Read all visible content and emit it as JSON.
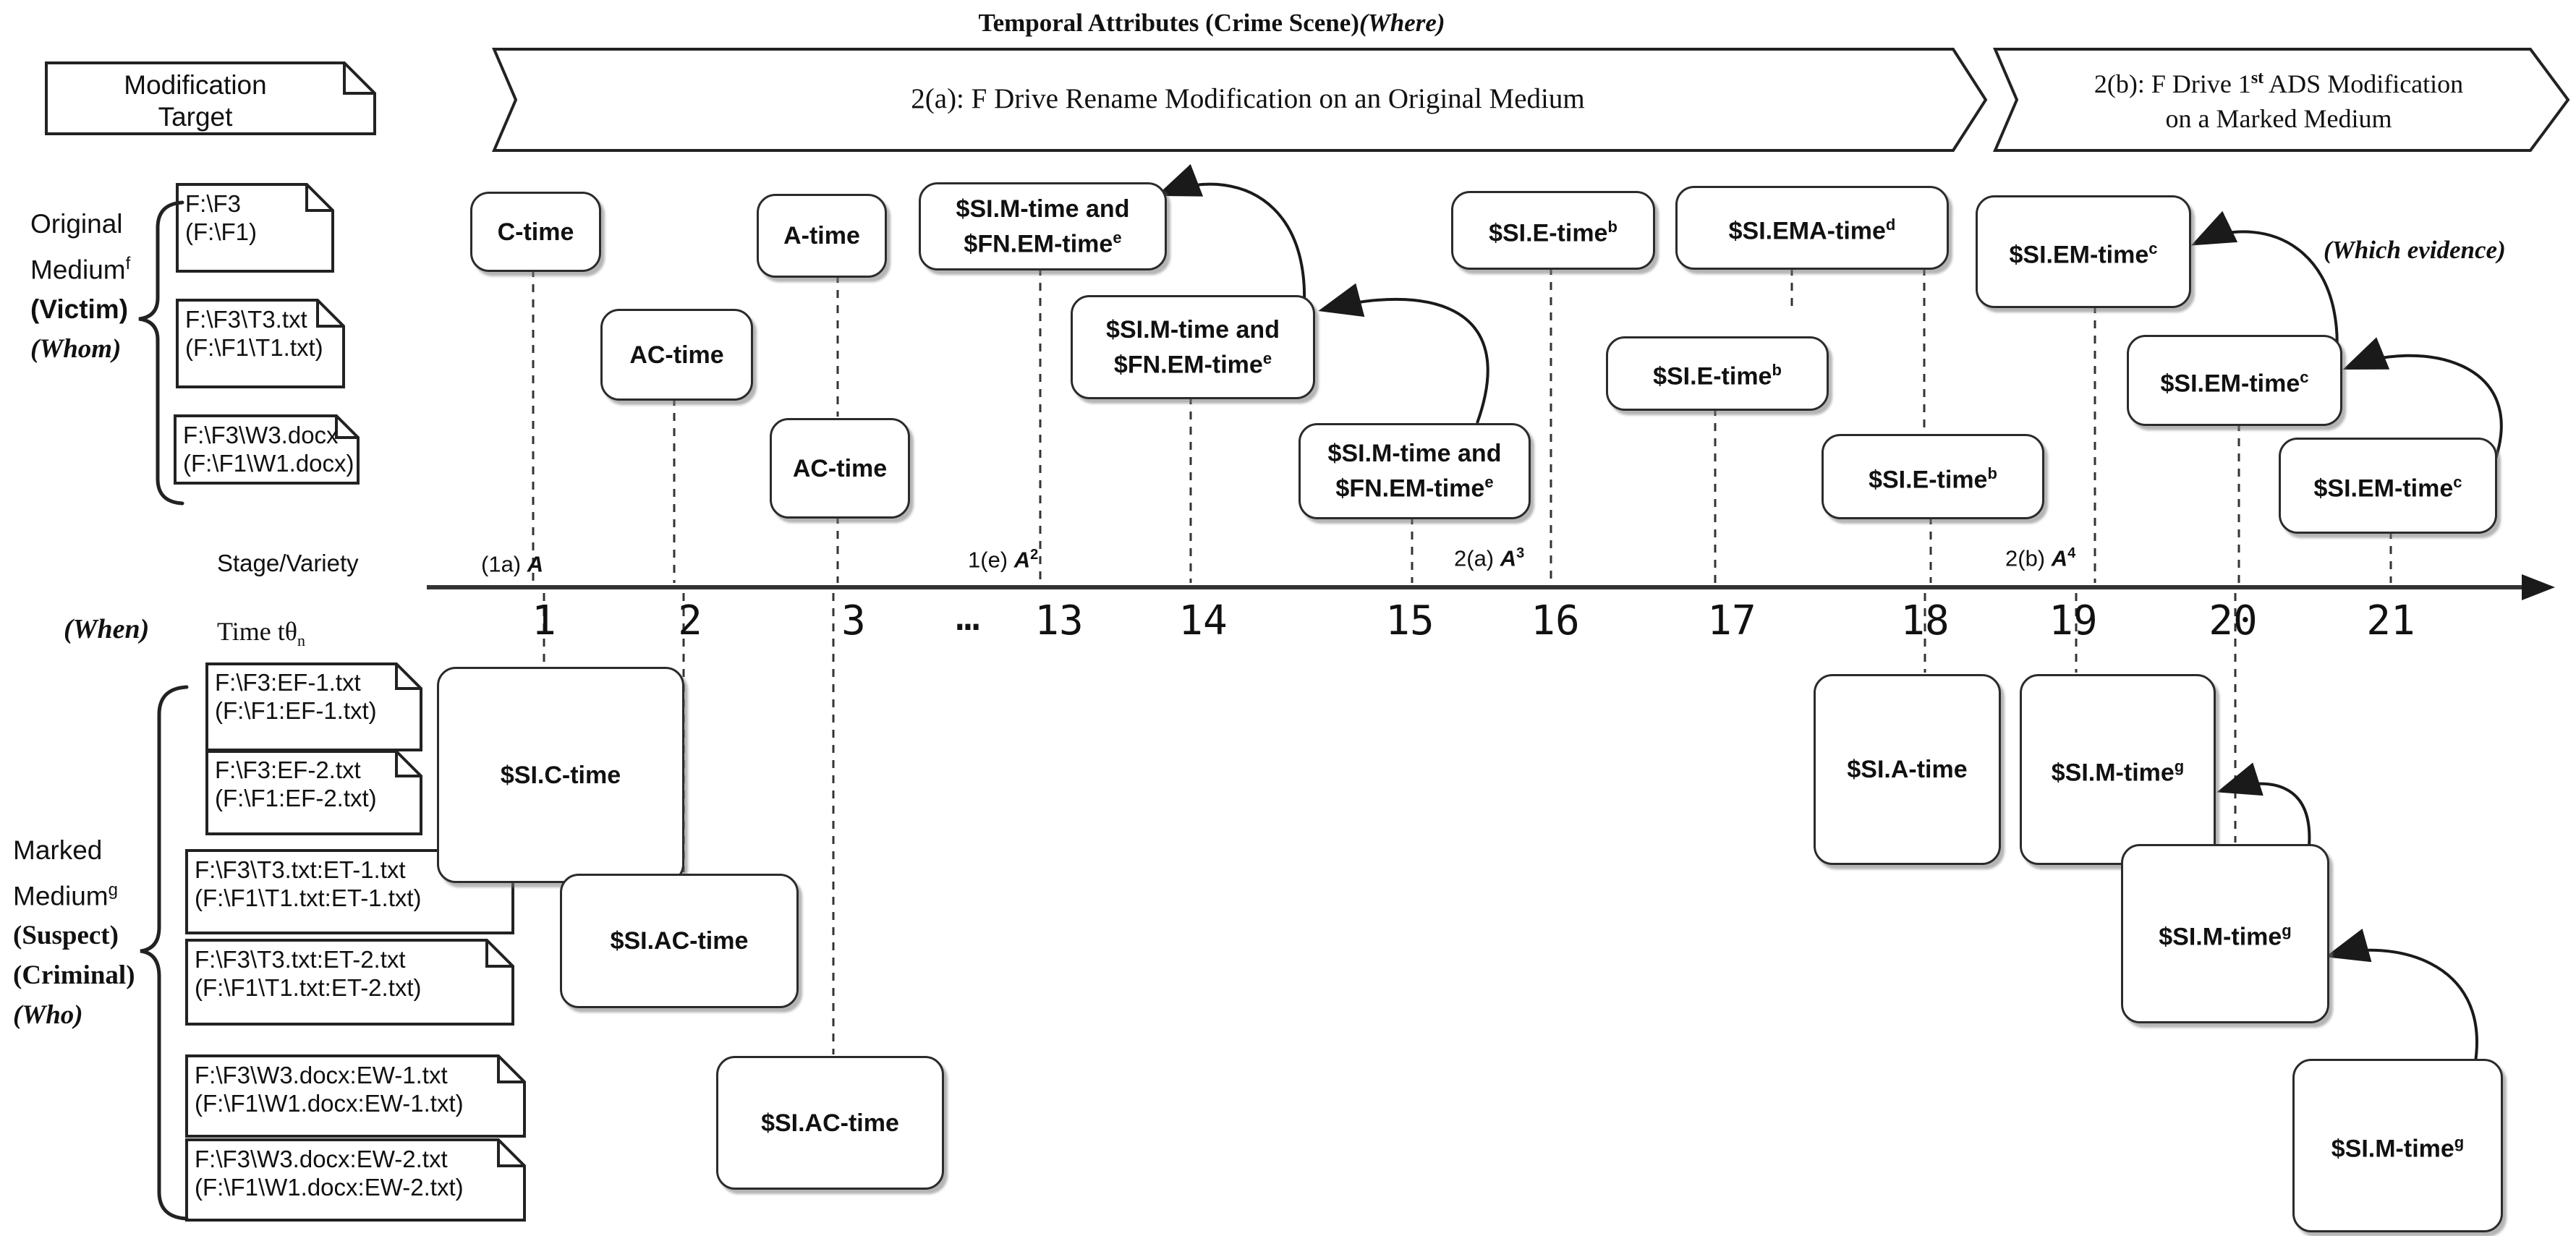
{
  "colors": {
    "stroke": "#222222",
    "text": "#111111",
    "background": "#ffffff"
  },
  "header": {
    "title_main": "Temporal Attributes (Crime Scene)",
    "title_where": "(Where)",
    "target_box": {
      "line1": "Modification",
      "line2": "Target"
    },
    "banner_2a": "2(a): F Drive Rename Modification on an Original Medium",
    "banner_2b": {
      "line1_pre": "2(b): F Drive 1",
      "sup": "st",
      "line1_post": " ADS Modification",
      "line2": "on a Marked Medium"
    }
  },
  "original_medium_label": {
    "line1": "Original",
    "line2": "Medium",
    "line2_sup": "f",
    "line3": "(Victim)",
    "line4": "(Whom)"
  },
  "marked_medium_label": {
    "line1": "Marked",
    "line2": "Medium",
    "line2_sup": "g",
    "line3": "(Suspect)",
    "line4": "(Criminal)",
    "line5": "(Who)"
  },
  "original_docs": [
    {
      "line1": "F:\\F3",
      "line2": "(F:\\F1)"
    },
    {
      "line1": "F:\\F3\\T3.txt",
      "line2": "(F:\\F1\\T1.txt)"
    },
    {
      "line1": "F:\\F3\\W3.docx",
      "line2": "(F:\\F1\\W1.docx)"
    }
  ],
  "marked_docs": [
    {
      "line1": "F:\\F3:EF-1.txt",
      "line2": "(F:\\F1:EF-1.txt)"
    },
    {
      "line1": "F:\\F3:EF-2.txt",
      "line2": "(F:\\F1:EF-2.txt)"
    },
    {
      "line1": "F:\\F3\\T3.txt:ET-1.txt",
      "line2": "(F:\\F1\\T1.txt:ET-1.txt)"
    },
    {
      "line1": "F:\\F3\\T3.txt:ET-2.txt",
      "line2": "(F:\\F1\\T1.txt:ET-2.txt)"
    },
    {
      "line1": "F:\\F3\\W3.docx:EW-1.txt",
      "line2": "(F:\\F1\\W1.docx:EW-1.txt)"
    },
    {
      "line1": "F:\\F3\\W3.docx:EW-2.txt",
      "line2": "(F:\\F1\\W1.docx:EW-2.txt)"
    }
  ],
  "time_boxes": {
    "c_time": {
      "label": "C-time",
      "sup": ""
    },
    "ac_time_1": {
      "label": "AC-time",
      "sup": ""
    },
    "a_time": {
      "label": "A-time",
      "sup": ""
    },
    "ac_time_2": {
      "label": "AC-time",
      "sup": ""
    },
    "simfn_1": {
      "line1": "$SI.M-time and",
      "line2": "$FN.EM-time",
      "sup": "e"
    },
    "simfn_2": {
      "line1": "$SI.M-time and",
      "line2": "$FN.EM-time",
      "sup": "e"
    },
    "simfn_3": {
      "line1": "$SI.M-time and",
      "line2": "$FN.EM-time",
      "sup": "e"
    },
    "si_e_1": {
      "label": "$SI.E-time",
      "sup": "b"
    },
    "si_ema": {
      "label": "$SI.EMA-time",
      "sup": "d"
    },
    "si_e_2": {
      "label": "$SI.E-time",
      "sup": "b"
    },
    "si_e_3": {
      "label": "$SI.E-time",
      "sup": "b"
    },
    "si_em_1": {
      "label": "$SI.EM-time",
      "sup": "c"
    },
    "si_em_2": {
      "label": "$SI.EM-time",
      "sup": "c"
    },
    "si_em_3": {
      "label": "$SI.EM-time",
      "sup": "c"
    },
    "si_c": {
      "label": "$SI.C-time",
      "sup": ""
    },
    "si_ac_1": {
      "label": "$SI.AC-time",
      "sup": ""
    },
    "si_ac_2": {
      "label": "$SI.AC-time",
      "sup": ""
    },
    "si_a": {
      "label": "$SI.A-time",
      "sup": ""
    },
    "si_m_1": {
      "label": "$SI.M-time",
      "sup": "g"
    },
    "si_m_2": {
      "label": "$SI.M-time",
      "sup": "g"
    },
    "si_m_3": {
      "label": "$SI.M-time",
      "sup": "g"
    }
  },
  "axis": {
    "stage_variety_label": "Stage/Variety",
    "when_label": "(When)",
    "time_label": {
      "pre": "Time t",
      "theta": "θ",
      "sub": "n"
    },
    "stages": [
      {
        "pre": "(1a) ",
        "em": "A",
        "sup": ""
      },
      {
        "pre": "1(e) ",
        "em": "A",
        "sup": "2"
      },
      {
        "pre": "2(a) ",
        "em": "A",
        "sup": "3"
      },
      {
        "pre": "2(b) ",
        "em": "A",
        "sup": "4"
      }
    ],
    "ticks": [
      "1",
      "2",
      "3",
      "…",
      "13",
      "14",
      "15",
      "16",
      "17",
      "18",
      "19",
      "20",
      "21"
    ]
  },
  "annotations": {
    "which_evidence": "(Which evidence)"
  }
}
